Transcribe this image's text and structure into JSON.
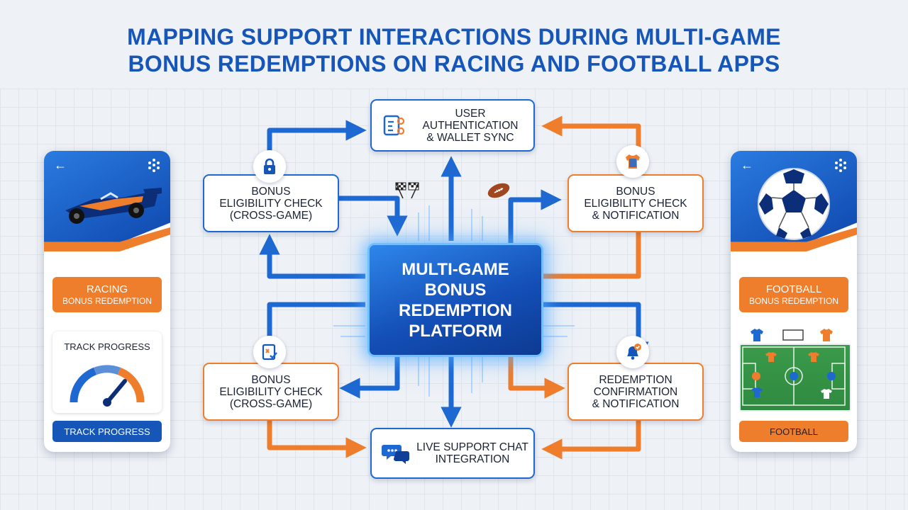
{
  "title_line1": "MAPPING SUPPORT INTERACTIONS DURING MULTI-GAME",
  "title_line2": "BONUS REDEMPTIONS ON RACING AND FOOTBALL APPS",
  "center": "MULTI-GAME\nBONUS\nREDEMPTION\nPLATFORM",
  "nodes": {
    "auth": "USER\nAUTHENTICATION\n& WALLET SYNC",
    "left_top": "BONUS\nELIGIBILITY CHECK\n(CROSS-GAME)",
    "right_top": "BONUS\nELIGIBILITY CHECK\n& NOTIFICATION",
    "left_bottom": "BONUS\nELIGIBILITY CHECK\n(CROSS-GAME)",
    "right_bottom": "REDEMPTION\nCONFIRMATION\n& NOTIFICATION",
    "chat": "LIVE SUPPORT CHAT\nINTEGRATION"
  },
  "racing_app": {
    "pill_big": "RACING",
    "pill_small": "BONUS REDEMPTION",
    "progress_label": "TRACK PROGRESS",
    "button": "TRACK PROGRESS"
  },
  "football_app": {
    "pill_big": "FOOTBALL",
    "pill_small": "BONUS REDEMPTION",
    "bar": "FOOTBALL"
  },
  "colors": {
    "blue": "#1d68d1",
    "orange": "#ee7d2c",
    "title": "#1656b8"
  },
  "icons": [
    "lock-icon",
    "shirt-icon",
    "checklist-icon",
    "bell-icon",
    "chat-icon",
    "user-sync-icon",
    "checkered-flags-icon",
    "american-football-icon",
    "race-car-icon",
    "soccer-ball-icon",
    "gauge-icon",
    "back-arrow-icon"
  ]
}
